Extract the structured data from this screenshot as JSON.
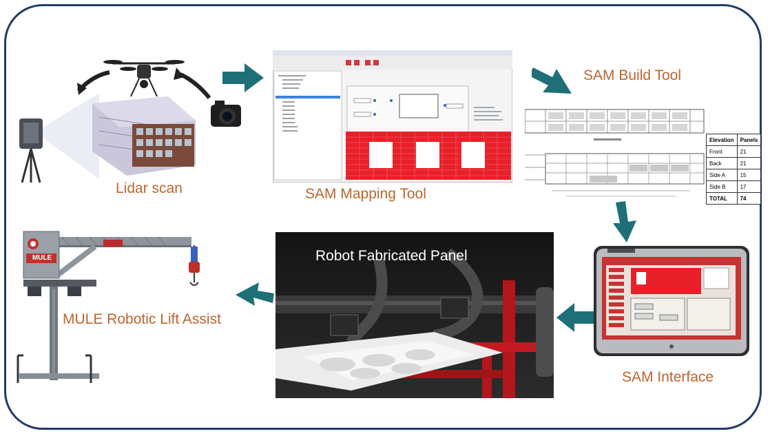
{
  "labels": {
    "lidar": "Lidar scan",
    "mapping": "SAM Mapping Tool",
    "build": "SAM Build Tool",
    "interface": "SAM Interface",
    "robot": "Robot Fabricated Panel",
    "mule": "MULE Robotic Lift Assist",
    "mule_badge": "MULE"
  },
  "panel_table": {
    "headers": [
      "Elevation",
      "Panels"
    ],
    "rows": [
      [
        "Front",
        "21"
      ],
      [
        "Back",
        "21"
      ],
      [
        "Side A",
        "15"
      ],
      [
        "Side B",
        "17"
      ],
      [
        "TOTAL",
        "74"
      ]
    ]
  },
  "colors": {
    "frame": "#1f3b68",
    "label": "#c0642c",
    "arrow": "#1f6f78",
    "red": "#e8202a"
  },
  "icons": [
    "drone-icon",
    "lidar-scanner-icon",
    "camera-icon",
    "tablet-icon"
  ]
}
